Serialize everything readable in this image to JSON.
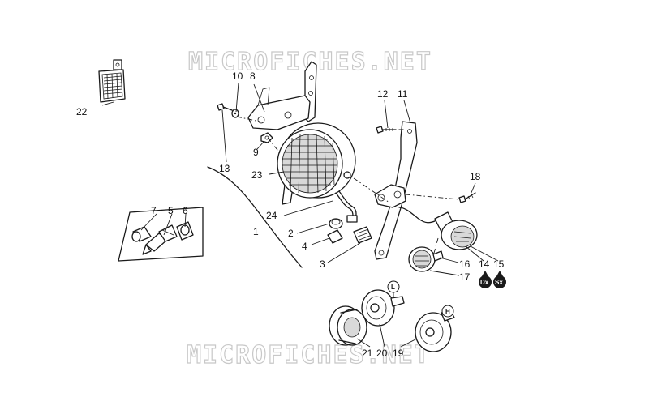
{
  "watermark": {
    "top": "MICROFICHES.NET",
    "bottom": "MICROFICHES.NET"
  },
  "callouts": {
    "c1": "1",
    "c2": "2",
    "c3": "3",
    "c4": "4",
    "c5": "5",
    "c6": "6",
    "c7": "7",
    "c8": "8",
    "c9": "9",
    "c10": "10",
    "c11": "11",
    "c12": "12",
    "c13": "13",
    "c14": "14",
    "c15": "15",
    "c16": "16",
    "c17": "17",
    "c18": "18",
    "c19": "19",
    "c20": "20",
    "c21": "21",
    "c22": "22",
    "c23": "23",
    "c24": "24"
  },
  "side_badges": {
    "right": "Dx",
    "left": "Sx"
  },
  "horn_badges": {
    "low": "L",
    "high": "H"
  },
  "colors": {
    "line": "#1a1a1a",
    "watermark": "#c8c8c8",
    "background": "#ffffff"
  }
}
